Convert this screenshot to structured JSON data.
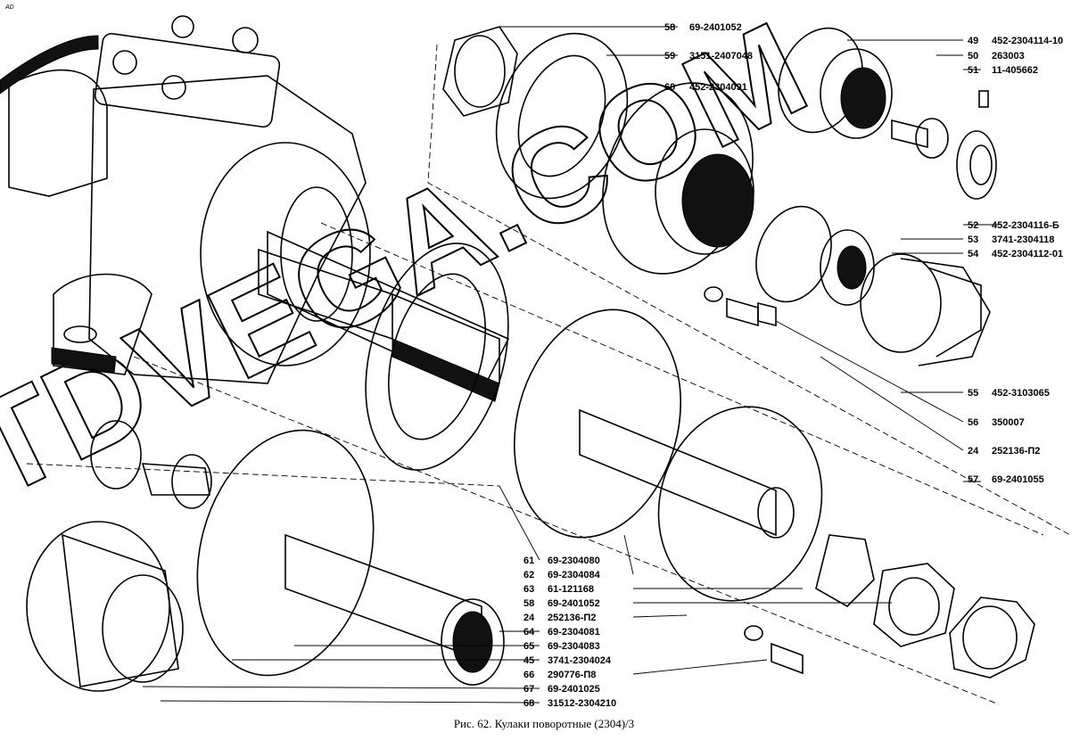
{
  "corner_mark": "AD",
  "watermark": "TDVEGA.COM",
  "caption": "Рис. 62. Кулаки поворотные (2304)/3",
  "callouts_right_top": [
    {
      "num": "58",
      "code": "69-2401052"
    },
    {
      "num": "59",
      "code": "3151-2407048"
    },
    {
      "num": "60",
      "code": "452-2304091"
    },
    {
      "num": "49",
      "code": "452-2304114-10"
    },
    {
      "num": "50",
      "code": "263003"
    },
    {
      "num": "51",
      "code": "11-405662"
    },
    {
      "num": "52",
      "code": "452-2304116-Б"
    },
    {
      "num": "53",
      "code": "3741-2304118"
    },
    {
      "num": "54",
      "code": "452-2304112-01"
    },
    {
      "num": "55",
      "code": "452-3103065"
    },
    {
      "num": "56",
      "code": "350007"
    },
    {
      "num": "24",
      "code": "252136-П2"
    },
    {
      "num": "57",
      "code": "69-2401055"
    }
  ],
  "callouts_bottom": [
    {
      "num": "61",
      "code": "69-2304080"
    },
    {
      "num": "62",
      "code": "69-2304084"
    },
    {
      "num": "63",
      "code": "61-121168"
    },
    {
      "num": "58",
      "code": "69-2401052"
    },
    {
      "num": "24",
      "code": "252136-П2"
    },
    {
      "num": "64",
      "code": "69-2304081"
    },
    {
      "num": "65",
      "code": "69-2304083"
    },
    {
      "num": "45",
      "code": "3741-2304024"
    },
    {
      "num": "66",
      "code": "290776-П8"
    },
    {
      "num": "67",
      "code": "69-2401025"
    },
    {
      "num": "68",
      "code": "31512-2304210"
    }
  ]
}
